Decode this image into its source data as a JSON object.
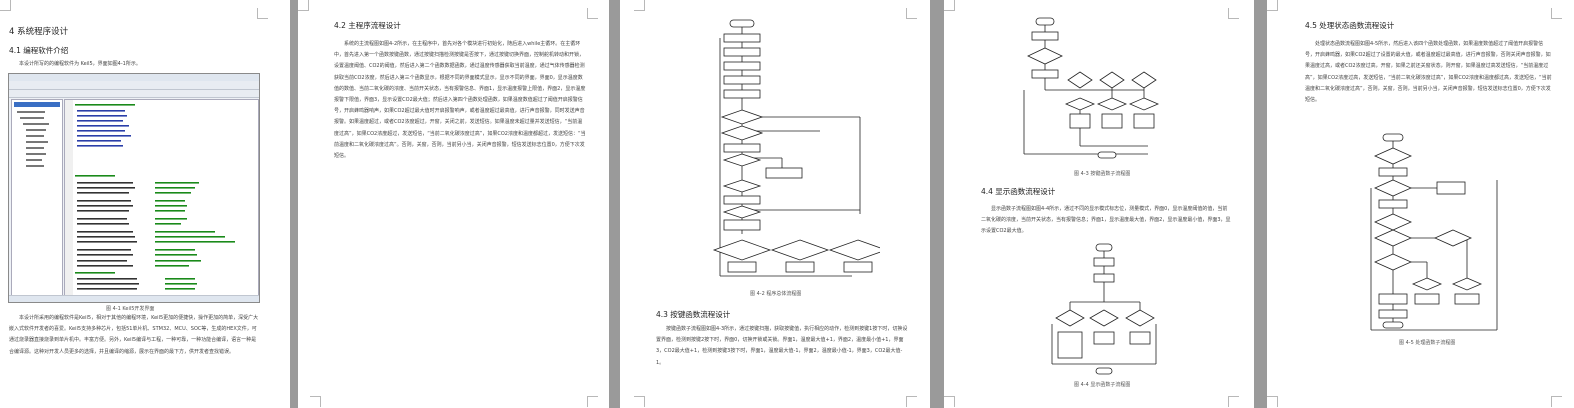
{
  "pages": [
    {
      "headings": {
        "chapter": "4 系统程序设计",
        "section": "4.1 编程软件介绍"
      },
      "para_intro": "本设计所写的的编程软件为 Keil5，界面如图4-1所示。",
      "figure_caption": "图 4-1 Keil5开发界面",
      "para_body": "本设计所采用的编程软件是Keil5，相对于其他的编程环境，Keil5更加的便捷快，操作更加的简单，深受广大嵌入式软件开发者的喜爱。Keil5支持多种芯片，包括51单片机、STM32、MCU、SOC等，生成的HEX文件，可通过烧录器直接烧录到单片机中。丰富方便。另外，Keil5编译与工程，一种可靠，一种功能合编译，语言一种是合编译源。这种对开发人员更多的选择，并且编译的缩源，展示在界面的最下方，供开发者查找错误。"
    },
    {
      "headings": {
        "section": "4.2 主程序流程设计"
      },
      "para_main": "系统的主流程图如图4-2所示，在主程序中，首先对各个模块进行初始化，随后进入while主循环。在主循环中，首先进入第一个函数按键函数，通过按键扫描检测按键是否按下，通过按键切换界面，控制舵机转动和开锁，设置温度阈值、CO2的阈值，然后进入第二个函数数据函数，通过温度传感器获取当前温度，通过气体传感器检测获取当前CO2浓度，然后进入第三个函数显示，根据不同的界面模式显示，显示不同的界面，界面0，显示温度数值的数值、当前二氧化碳的浓度、当前开关状态，当有报警信息、界面1，显示温度报警上限值，界面2，显示温度报警下限值，界面3，显示设置CO2最大值；然后进入第四个函数处理函数，如果温度数值超过了阈值开启报警信号，开启蜂鸣器响声，如果CO2超过最大值时开启报警响声，或者温度超过最高值，进行声音报警，同时发送声音报警。如果温度超过，或者CO2浓度超过，开窗，关闭之前，发送短信。如果温度未超过量并发送短信，“当前温度过高”，如果CO2浓度超过，发送短信，“当前二氧化碳浓度过高”，如果CO2浓度和温度都超过，发送短信：“当前温度和二氧化碳浓度过高”。否则，关窗，否则，当前另小当，关闭声音报警，短信发送标志位置0，方便下次发短信。"
    },
    {
      "figure_caption": "图 4-2 程序总体流程图",
      "section": "4.3 按键函数流程设计",
      "para_keys": "按键函数子流程图如图4-3所示，通过按键扫描，获取按键值，执行相应的动作，检测到按键1按下时，切换设置界面，检测到按键2按下时，界面0，切换开锁或关锁。界面1，温度最大值+1，界面2，温度最小值+1，界面3，CO2最大值+1，检测到按键3按下时，界面1，温度最大值-1，界面2，温度最小值-1，界面3，CO2最大值-1。"
    },
    {
      "figure_caption_keys": "图 4-3 按键函数子流程图",
      "section": "4.4 显示函数流程设计",
      "para_display": "显示函数子流程图如图4-4所示，通过不同的显示模式标志位，测量模式，界面0，显示温度阈值的值，当前二氧化碳的浓度，当前开关状态，当有报警信息；界面1，显示温度最大值，界面2，显示温度最小值，界面3，显示设置CO2最大值。",
      "figure_caption_display": "图 4-4 显示函数子流程图"
    },
    {
      "section": "4.5 处理状态函数流程设计",
      "para_process": "处理状态函数流程图如图4-5所示，然后进入该四个函数处理函数，如果温度数值超过了阈值开启报警信号，开启蜂鸣器，如果CO2超过了设置的最大值，或者温度超过最高值，进行声音报警，否则关闭声音报警，如果温度过高，或者CO2浓度过高，开窗，如果之前还关窗状态，则开窗，如果温度过高发送短信，“当前温度过高”，如果CO2浓度过高，发送短信，“当前二氧化碳浓度过高”，如果CO2浓度和温度都过高，发送短信，“当前温度和二氧化碳浓度过高”，否则，关窗，否则，当前另小当，关闭声音报警，短信发送标志位置0，方便下次发短信。",
      "figure_caption": "图 4-5 处理函数子流程图"
    }
  ],
  "colors": {
    "page": "#ffffff",
    "background": "#9a9a9a",
    "text": "#444444",
    "flow_line": "#222222"
  }
}
